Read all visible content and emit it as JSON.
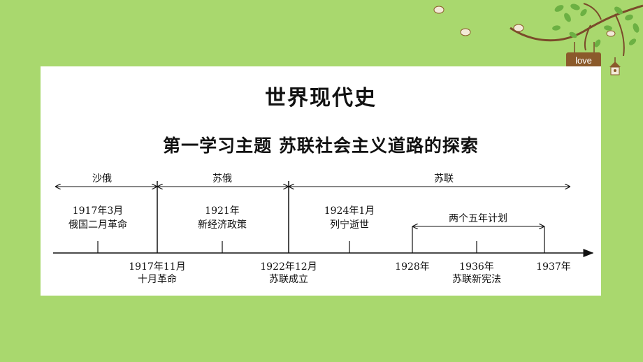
{
  "page": {
    "title": "世界现代史",
    "subtitle": "第一学习主题    苏联社会主义道路的探索",
    "love_badge": "love"
  },
  "timeline": {
    "periods": [
      "沙俄",
      "苏俄",
      "苏联"
    ],
    "above_events": [
      {
        "date": "1917年3月",
        "event": "俄国二月革命"
      },
      {
        "date": "1921年",
        "event": "新经济政策"
      },
      {
        "date": "1924年1月",
        "event": "列宁逝世"
      }
    ],
    "plan_label": "两个五年计划",
    "below_events": [
      {
        "date": "1917年11月",
        "event": "十月革命"
      },
      {
        "date": "1922年12月",
        "event": "苏联成立"
      },
      {
        "date": "1928年",
        "event": ""
      },
      {
        "date": "1936年",
        "event": "苏联新宪法"
      },
      {
        "date": "1937年",
        "event": ""
      }
    ]
  },
  "colors": {
    "background": "#a9d86e",
    "branch": "#7a4a2a",
    "leaf": "#6cb043",
    "badge": "#8b5a2b"
  }
}
